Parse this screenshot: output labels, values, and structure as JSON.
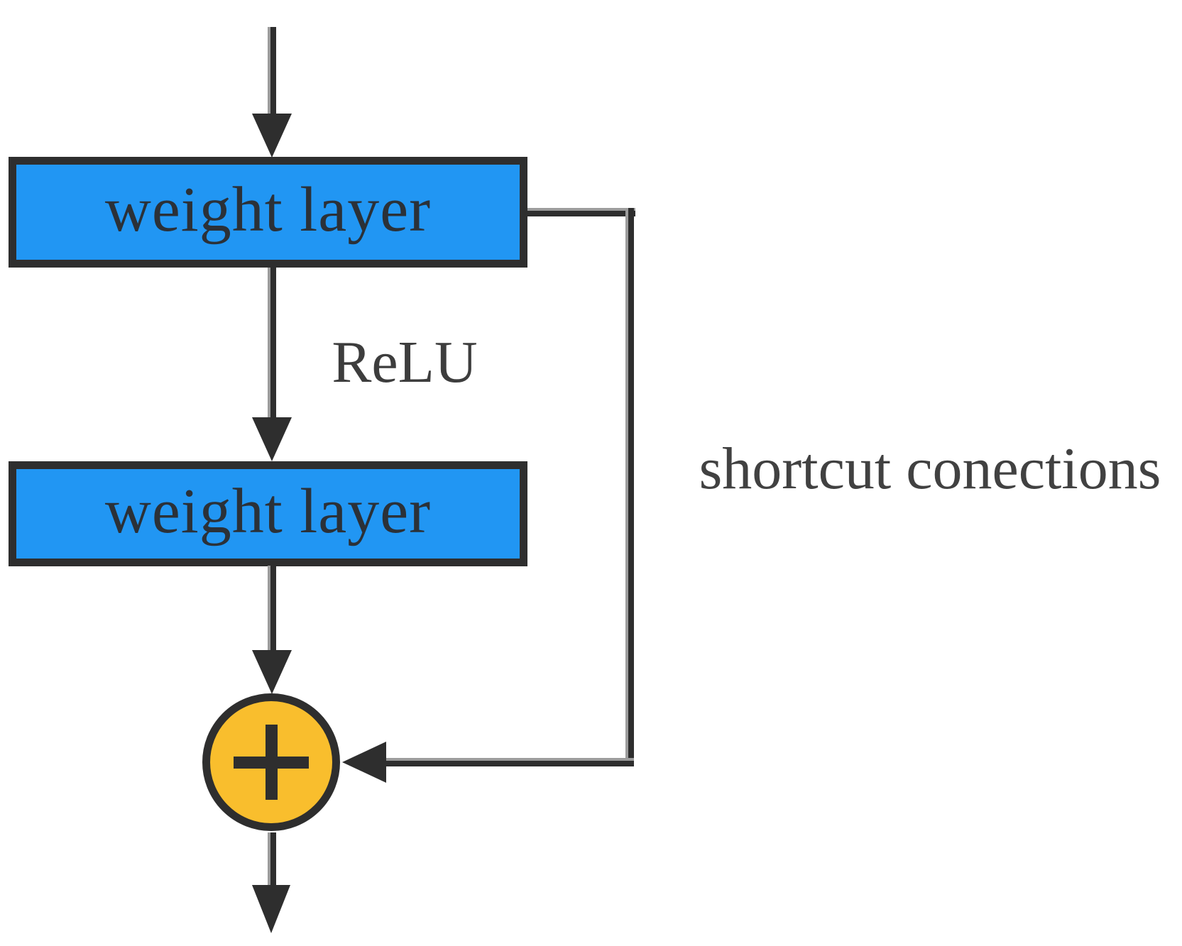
{
  "diagram": {
    "boxes": [
      {
        "label": "weight layer"
      },
      {
        "label": "weight layer"
      }
    ],
    "relu_label": "ReLU",
    "plus_label": "+",
    "shortcut_label": "shortcut conections",
    "icons": {
      "arrow_down": "solid dark triangle pointing down",
      "arrow_left": "solid dark triangle pointing left",
      "plus": "+"
    },
    "colors": {
      "box_fill": "#2196F3",
      "box_border": "#2E2E2E",
      "line": "#2E2E2E",
      "line_halo": "#9C9C9C",
      "circle_fill": "#F9BE2D",
      "text": "#363636"
    }
  }
}
